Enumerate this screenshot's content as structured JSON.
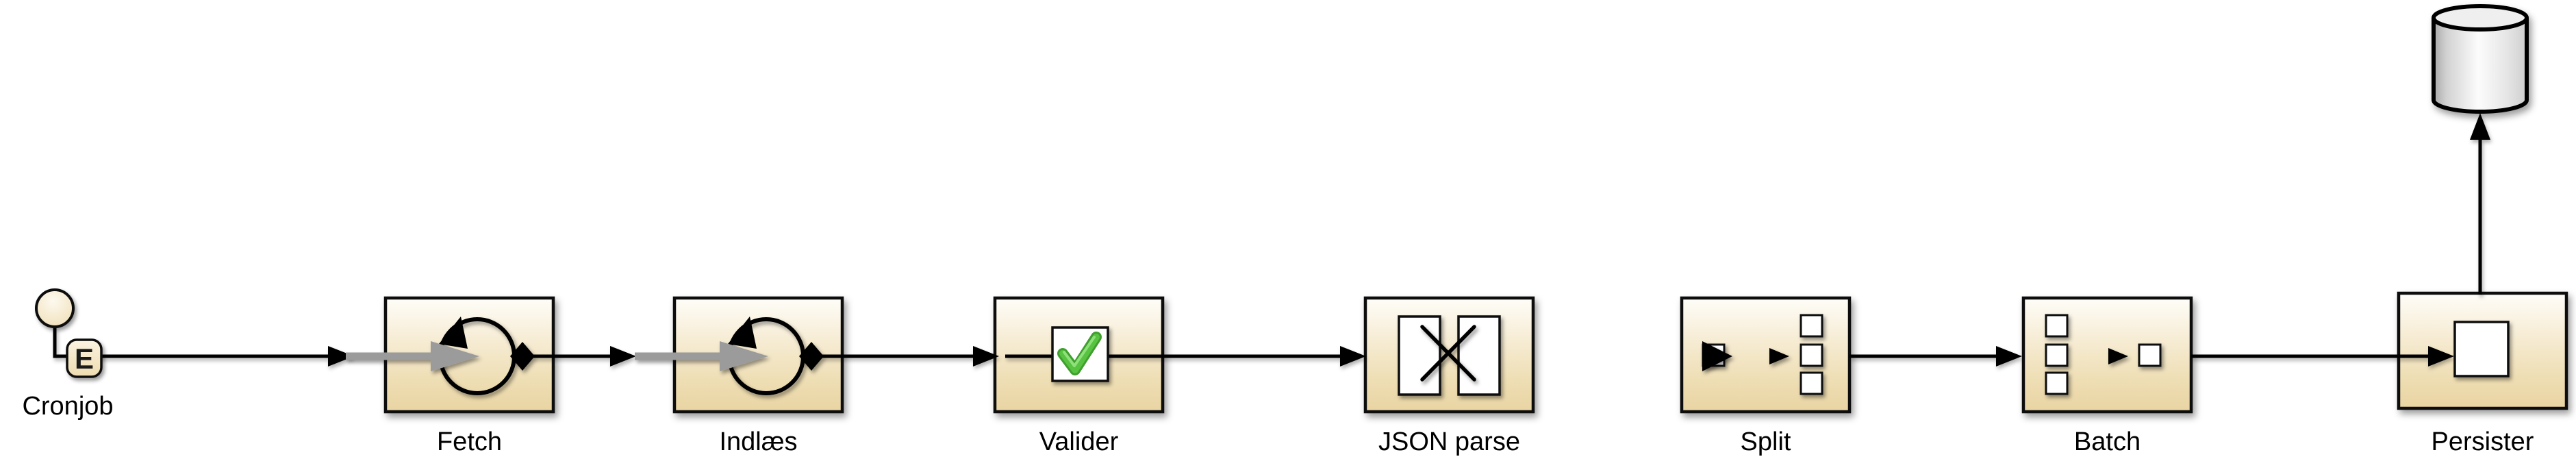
{
  "diagram": {
    "kind": "flow-pipeline",
    "background_color": "#ffffff",
    "nodes": [
      {
        "id": "cronjob",
        "label": "Cronjob",
        "type": "scheduler-event-source",
        "badge_letter": "E"
      },
      {
        "id": "fetch",
        "label": "Fetch",
        "type": "async-loop-processor"
      },
      {
        "id": "indlaes",
        "label": "Indlæs",
        "type": "async-loop-processor"
      },
      {
        "id": "valider",
        "label": "Valider",
        "type": "validator"
      },
      {
        "id": "jsonparse",
        "label": "JSON parse",
        "type": "transformer"
      },
      {
        "id": "split",
        "label": "Split",
        "type": "splitter"
      },
      {
        "id": "batch",
        "label": "Batch",
        "type": "aggregator"
      },
      {
        "id": "persister",
        "label": "Persister",
        "type": "processor"
      },
      {
        "id": "database",
        "label": "",
        "type": "database-cylinder"
      }
    ],
    "edges": [
      {
        "from": "cronjob",
        "to": "fetch"
      },
      {
        "from": "fetch",
        "to": "indlaes"
      },
      {
        "from": "indlaes",
        "to": "valider"
      },
      {
        "from": "valider",
        "to": "jsonparse"
      },
      {
        "from": "jsonparse",
        "to": "split"
      },
      {
        "from": "split",
        "to": "batch"
      },
      {
        "from": "batch",
        "to": "persister"
      },
      {
        "from": "persister",
        "to": "database"
      }
    ],
    "colors": {
      "node_border": "#0a0a0a",
      "node_fill_top": "#fefdf8",
      "node_fill_bottom": "#e9d4a2",
      "event_fill_top": "#fbf3e1",
      "event_fill_bottom": "#eedcb0",
      "connector": "#000000",
      "gray_arrow": "#9b9b9b",
      "check_green": "#57c341",
      "check_green_dark": "#3f9e2e",
      "icon_square_fill": "#ffffff",
      "cylinder_edge": "#a8a8a8",
      "cylinder_center": "#fcfcfc"
    }
  }
}
